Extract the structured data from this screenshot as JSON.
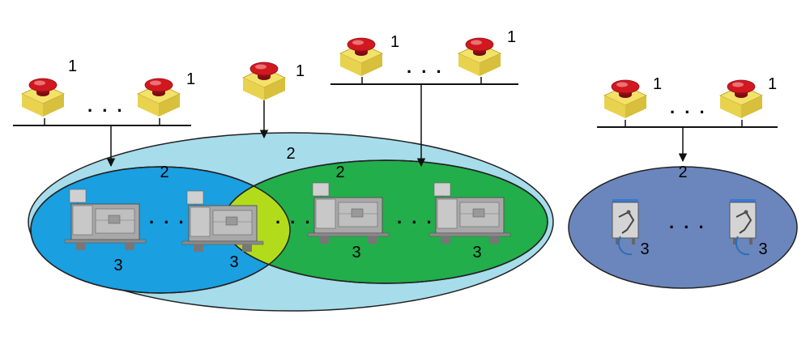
{
  "labels": {
    "emergency_stop": "1",
    "zone": "2",
    "machine": "3"
  },
  "ellipsis": ". . .",
  "colors": {
    "outer_zone": "#a7dceb",
    "zone_blue": "#1a9fe0",
    "zone_green": "#22ae4a",
    "zone_overlap": "#b2db1c",
    "zone_separate": "#6b86bd",
    "button_red": "#c8141c",
    "button_base": "#e9d34a"
  },
  "icons": {
    "button": "emergency-stop-button-icon",
    "machine": "machine-tool-icon",
    "robot": "robot-cell-icon"
  }
}
